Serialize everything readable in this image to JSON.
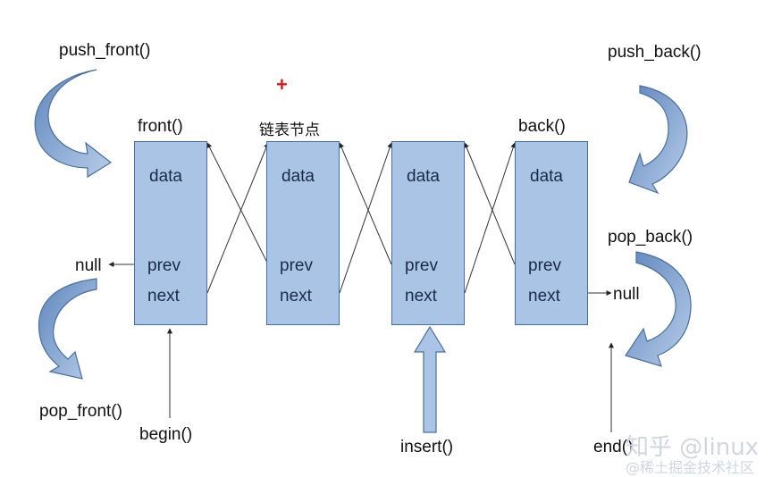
{
  "diagram": {
    "labels": {
      "push_front": "push_front()",
      "pop_front": "pop_front()",
      "push_back": "push_back()",
      "pop_back": "pop_back()",
      "front": "front()",
      "back": "back()",
      "node_caption": "链表节点",
      "begin": "begin()",
      "insert": "insert()",
      "end": "end()",
      "null_left": "null",
      "null_right": "null"
    },
    "nodes": [
      {
        "data": "data",
        "prev": "prev",
        "next": "next"
      },
      {
        "data": "data",
        "prev": "prev",
        "next": "next"
      },
      {
        "data": "data",
        "prev": "prev",
        "next": "next"
      },
      {
        "data": "data",
        "prev": "prev",
        "next": "next"
      }
    ],
    "marker": "+"
  },
  "watermark": {
    "line1": "知乎 @linux",
    "line2": "@稀土掘金技术社区"
  },
  "colors": {
    "node_fill": "#a9c4e4",
    "node_border": "#4a6e9e",
    "arrow_fill": "#8fb1dc",
    "marker": "#d81b1b"
  }
}
